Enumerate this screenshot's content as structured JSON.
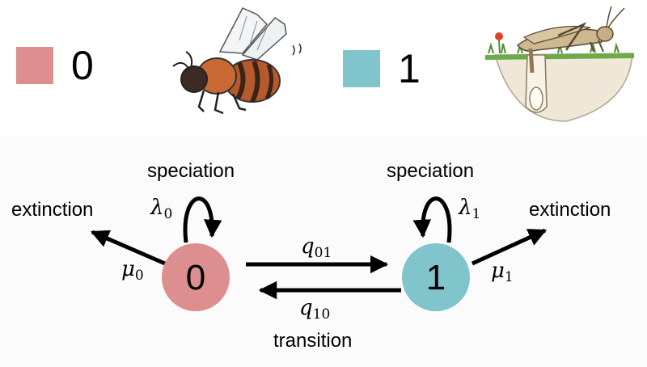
{
  "legend": [
    {
      "label": "0",
      "color": "#dd8e8e",
      "icon": "bee-icon"
    },
    {
      "label": "1",
      "color": "#80c4cc",
      "icon": "grasshopper-icon"
    }
  ],
  "states": [
    {
      "label": "0",
      "color": "#dd8e8e"
    },
    {
      "label": "1",
      "color": "#80c4cc"
    }
  ],
  "labels": {
    "speciation_left": "speciation",
    "speciation_right": "speciation",
    "extinction_left": "extinction",
    "extinction_right": "extinction",
    "transition": "transition"
  },
  "params": {
    "lambda0": {
      "symbol": "λ",
      "sub": "0"
    },
    "lambda1": {
      "symbol": "λ",
      "sub": "1"
    },
    "mu0": {
      "symbol": "μ",
      "sub": "0"
    },
    "mu1": {
      "symbol": "μ",
      "sub": "1"
    },
    "q01": {
      "symbol": "q",
      "sub": "01"
    },
    "q10": {
      "symbol": "q",
      "sub": "10"
    }
  }
}
